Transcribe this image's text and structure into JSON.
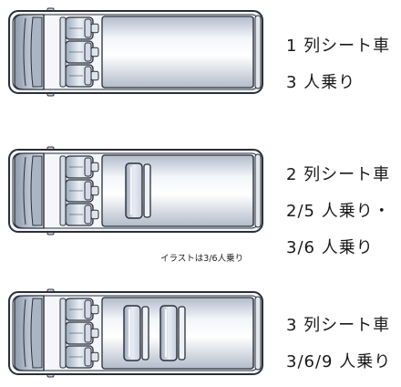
{
  "vehicles": [
    {
      "line1": "1 列シート車",
      "line2": "3 人乗り",
      "rear_seat_rows": 0
    },
    {
      "line1": "2 列シート車",
      "line2": "2/5 人乗り・",
      "line3": "3/6 人乗り",
      "rear_seat_rows": 1,
      "caption": "イラストは3/6人乗り"
    },
    {
      "line1": "3 列シート車",
      "line2": "3/6/9 人乗り",
      "rear_seat_rows": 2
    }
  ],
  "colors": {
    "body_stroke": "#2a2f38",
    "cargo_light": "#f2f5f9",
    "cargo_dark": "#b3bccb",
    "seat_light": "#e9eef5",
    "seat_dark": "#9ca8ba"
  }
}
